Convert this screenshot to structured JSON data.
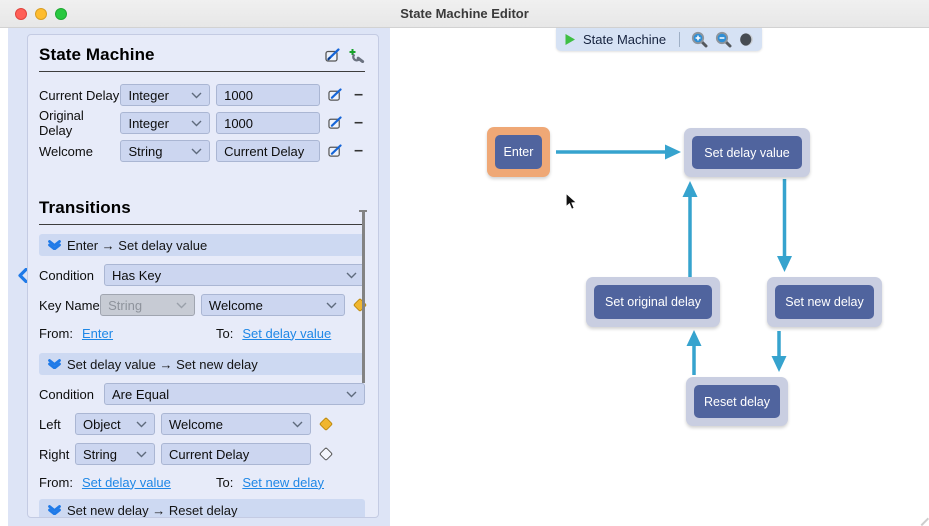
{
  "window": {
    "title": "State Machine Editor"
  },
  "sidebar": {
    "title": "State Machine",
    "variables": [
      {
        "name": "Current Delay",
        "type": "Integer",
        "value": "1000"
      },
      {
        "name": "Original Delay",
        "type": "Integer",
        "value": "1000"
      },
      {
        "name": "Welcome",
        "type": "String",
        "value": "Current Delay"
      }
    ],
    "remove_label": "–",
    "transitions_title": "Transitions",
    "transitions": [
      {
        "header": "Enter → Set delay value",
        "condition_label": "Condition",
        "condition": "Has Key",
        "key_name_label": "Key Name",
        "key_type": "String",
        "key_value": "Welcome",
        "from_label": "From:",
        "from": "Enter",
        "to_label": "To:",
        "to": "Set delay value"
      },
      {
        "header": "Set delay value → Set new delay",
        "condition_label": "Condition",
        "condition": "Are Equal",
        "left_label": "Left",
        "left_type": "Object",
        "left_value": "Welcome",
        "right_label": "Right",
        "right_type": "String",
        "right_value": "Current Delay",
        "from_label": "From:",
        "from": "Set delay value",
        "to_label": "To:",
        "to": "Set new delay"
      },
      {
        "header": "Set new delay → Reset delay"
      }
    ]
  },
  "canvas": {
    "toolbar": {
      "title": "State Machine"
    },
    "nodes": {
      "enter": "Enter",
      "set_delay_value": "Set delay value",
      "set_original_delay": "Set original delay",
      "set_new_delay": "Set new delay",
      "reset_delay": "Reset delay"
    }
  },
  "colors": {
    "arrow": "#36a3ce",
    "node_fill": "#50649e",
    "node_frame": "#c9cee1",
    "selected_frame": "#efa876",
    "link": "#1e87e6",
    "accent_blue": "#1f7ae8",
    "diamond_filled": "#f0b62f",
    "panel_bg": "#dde4f6",
    "control_bg": "#ccd6f0",
    "traffic_red": "#ff5f57",
    "traffic_yellow": "#febc2e",
    "traffic_green": "#28c840"
  }
}
